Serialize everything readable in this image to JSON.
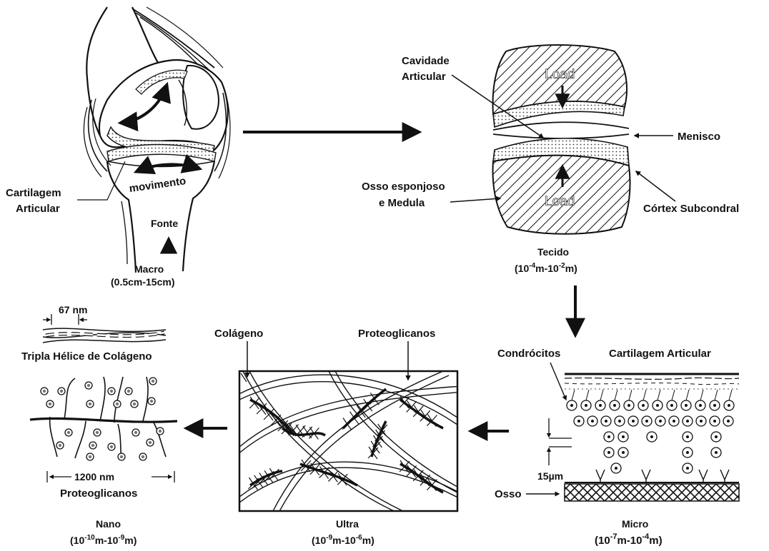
{
  "macro": {
    "title": "Macro",
    "scale": "(0.5cm-15cm)",
    "cartilage_line1": "Cartilagem",
    "cartilage_line2": "Articular",
    "movement": "movimento",
    "source": "Fonte"
  },
  "tissue": {
    "joint_cavity_line1": "Cavidade",
    "joint_cavity_line2": "Articular",
    "load_top": "Load",
    "load_bottom": "Load",
    "meniscus": "Menisco",
    "cancellous_line1": "Osso esponjoso",
    "cancellous_line2": "e Medula",
    "subchondral": "Córtex Subcondral",
    "title": "Tecido",
    "scale_base1": "(10",
    "scale_exp1": "-4",
    "scale_mid": "m-10",
    "scale_exp2": "-2",
    "scale_end": "m)"
  },
  "micro": {
    "chondrocytes": "Condrócitos",
    "articular_cartilage": "Cartilagem Articular",
    "size": "15µm",
    "bone": "Osso",
    "title": "Micro",
    "scale_base1": "(10",
    "scale_exp1": "-7",
    "scale_mid": "m-10",
    "scale_exp2": "-4",
    "scale_end": "m)"
  },
  "ultra": {
    "collagen": "Colágeno",
    "proteoglycans": "Proteoglicanos",
    "title": "Ultra",
    "scale_base1": "(10",
    "scale_exp1": "-9",
    "scale_mid": "m-10",
    "scale_exp2": "-6",
    "scale_end": "m)"
  },
  "nano": {
    "period": "67 nm",
    "helix": "Tripla Hélice de Colágeno",
    "length": "1200 nm",
    "proteoglycans": "Proteoglicanos",
    "title": "Nano",
    "scale_base1": "(10",
    "scale_exp1": "-10",
    "scale_mid": "m-10",
    "scale_exp2": "-9",
    "scale_end": "m)"
  }
}
